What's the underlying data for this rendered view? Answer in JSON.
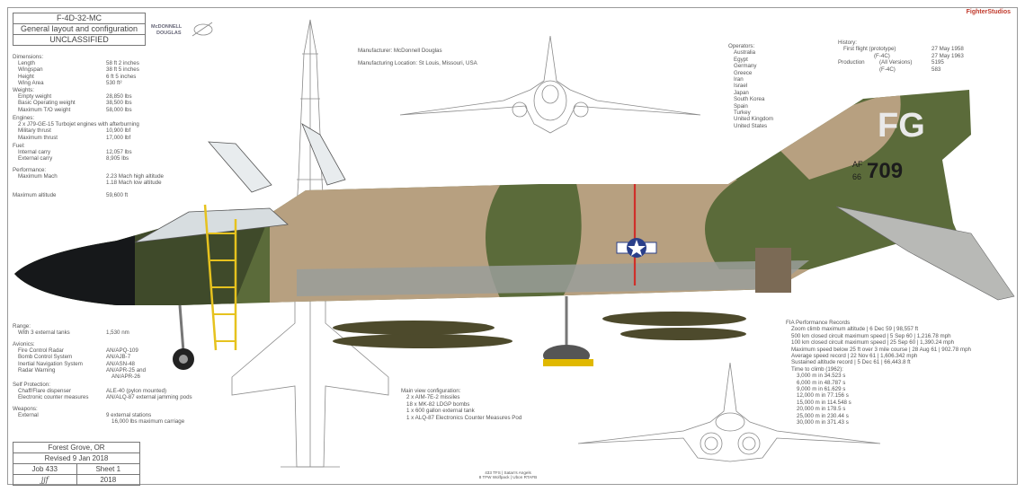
{
  "title_block": {
    "designation": "F-4D-32-MC",
    "subtitle": "General layout and configuration",
    "classification": "UNCLASSIFIED"
  },
  "logo_text": [
    "McDONNELL",
    "DOUGLAS"
  ],
  "brand": "FighterStudios",
  "dimensions": {
    "heading": "Dimensions:",
    "rows": [
      {
        "label": "Length",
        "value": "58 ft 2 inches"
      },
      {
        "label": "Wingspan",
        "value": "38 ft 5 inches"
      },
      {
        "label": "Height",
        "value": "6 ft 5 inches"
      },
      {
        "label": "Wing Area",
        "value": "530 ft²"
      }
    ]
  },
  "weights": {
    "heading": "Weights:",
    "rows": [
      {
        "label": "Empty weight",
        "value": "28,850 lbs"
      },
      {
        "label": "Basic Operating weight",
        "value": "38,500 lbs"
      },
      {
        "label": "Maximum T/O weight",
        "value": "58,000 lbs"
      }
    ]
  },
  "engines": {
    "heading": "Engines:",
    "desc": "2 x J79-GE-15 Turbojet engines with afterburning",
    "rows": [
      {
        "label": "Military thrust",
        "value": "10,900 lbf"
      },
      {
        "label": "Maximum thrust",
        "value": "17,000 lbf"
      }
    ]
  },
  "fuel": {
    "heading": "Fuel:",
    "rows": [
      {
        "label": "Internal carry",
        "value": "12,057 lbs"
      },
      {
        "label": "External carry",
        "value": "8,905 lbs"
      }
    ]
  },
  "performance": {
    "heading": "Performance:",
    "rows": [
      {
        "label": "Maximum Mach",
        "value": "2.23 Mach high altitude"
      },
      {
        "label": "",
        "value": "1.18 Mach low altitude"
      }
    ],
    "max_alt_label": "Maximum altitude",
    "max_alt_value": "59,600 ft"
  },
  "range": {
    "heading": "Range:",
    "rows": [
      {
        "label": "With 3 external tanks",
        "value": "1,530 nm"
      }
    ]
  },
  "avionics": {
    "heading": "Avionics:",
    "rows": [
      {
        "label": "Fire Control Radar",
        "value": "AN/APQ-109"
      },
      {
        "label": "Bomb Control System",
        "value": "AN/AJB-7"
      },
      {
        "label": "Inertial Navigation System",
        "value": "AN/ASN-48"
      },
      {
        "label": "Radar Warning",
        "value": "AN/APR-25 and"
      },
      {
        "label": "",
        "value": "AN/APR-26"
      }
    ]
  },
  "self_protection": {
    "heading": "Self Protection:",
    "rows": [
      {
        "label": "Chaff/Flare dispenser",
        "value": "ALE-40 (pylon mounted)"
      },
      {
        "label": "Electronic counter measures",
        "value": "AN/ALQ-87 external jamming pods"
      }
    ]
  },
  "weapons": {
    "heading": "Weapons:",
    "rows": [
      {
        "label": "External",
        "value": "9 external stations"
      },
      {
        "label": "",
        "value": "16,000 lbs maximum carriage"
      }
    ]
  },
  "manufacturer": {
    "line1": "Manufacturer: McDonnell Douglas",
    "line2": "Manufacturing Location: St Louis, Missouri, USA"
  },
  "operators": {
    "heading": "Operators:",
    "list": [
      "Australia",
      "Egypt",
      "Germany",
      "Greece",
      "Iran",
      "Israel",
      "Japan",
      "South Korea",
      "Spain",
      "Turkey",
      "United Kingdom",
      "United States"
    ]
  },
  "history": {
    "heading": "History:",
    "first_flight_label": "First flight (prototype)",
    "first_flight_value": "27 May 1958",
    "f4c_label": "(F-4C)",
    "f4c_value": "27 May 1963",
    "production_label": "Production",
    "all_label": "(All Versions)",
    "all_value": "5195",
    "f4c2_label": "(F-4C)",
    "f4c2_value": "583"
  },
  "tail": {
    "code": "FG",
    "serial_prefix_1": "AF",
    "serial_prefix_2": "66",
    "serial": "709"
  },
  "fia_records": {
    "heading": "FIA Performance Records",
    "rows": [
      "Zoom climb maximum altitude | 6 Dec 59 | 98,557 ft",
      "500 km closed circuit maximum speed | 5 Sep 60 | 1,216.78 mph",
      "100 km closed circuit maximum speed | 25 Sep 60 | 1,390.24 mph",
      "Maximum speed below 25 ft over 3 mile course | 28 Aug 61 | 902.78 mph",
      "Average speed record | 22 Nov 61 | 1,606.342 mph",
      "Sustained altitude record | 5 Dec 61 | 66,443.8 ft",
      "Time to climb (1962):",
      "3,000 m in 34.523 s",
      "6,000 m in 48.787 s",
      "9,000 m in 61.629 s",
      "12,000 m in 77.156 s",
      "15,000 m in 114.548 s",
      "20,000 m in 178.5 s",
      "25,000 m in 230.44 s",
      "30,000 m in 371.43 s"
    ]
  },
  "configuration": {
    "heading": "Main view configuration:",
    "rows": [
      "2 x AIM-7E-2 missiles",
      "18 x MK-82 LDGP bombs",
      "1 x 600 gallon external tank",
      "1 x ALQ-87 Electronics Counter Measures Pod"
    ]
  },
  "footer": {
    "line1": "433 TFS | Satan's Angels",
    "line2": "8 TFW Wolfpack | Ubon RTAFB"
  },
  "sheet_block": {
    "location": "Forest Grove, OR",
    "revised": "Revised 9 Jan 2018",
    "job": "Job 433",
    "sheet": "Sheet 1",
    "initials": "jjf",
    "year": "2018"
  },
  "colors": {
    "camo_tan": "#b7a080",
    "camo_green": "#5b6b3a",
    "camo_dark": "#3f4a2a",
    "nose": "#16181a",
    "line": "#8a8a8a",
    "ladder": "#e6c21e",
    "red": "#d0302a",
    "insignia_blue": "#2a3f8a"
  }
}
